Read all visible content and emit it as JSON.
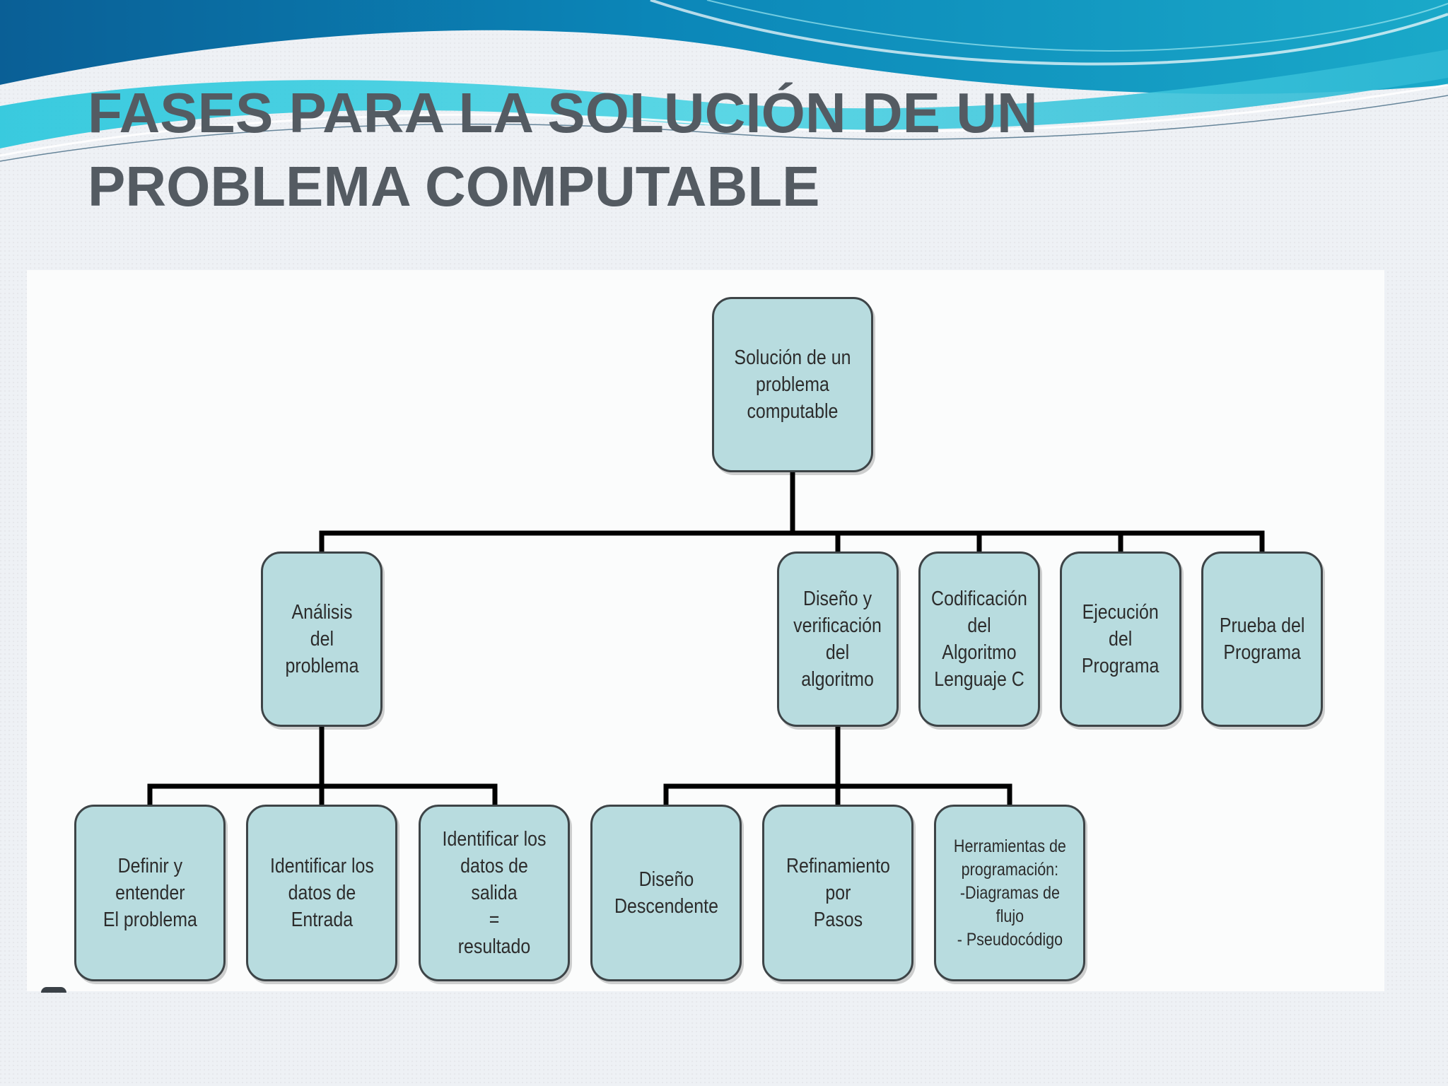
{
  "title": {
    "line1": "FASES PARA LA SOLUCIÓN DE UN",
    "line2": "PROBLEMA COMPUTABLE"
  },
  "colors": {
    "node_fill": "#b8dcdf",
    "node_border": "#3d4447",
    "connector": "#000000",
    "title_text": "#545b62",
    "wave_dark": "#0a6fa6",
    "wave_light": "#27c3d8"
  },
  "diagram": {
    "root": {
      "label": "Solución de un\nproblema\ncomputable"
    },
    "phases": [
      {
        "label": "Análisis\ndel\nproblema"
      },
      {
        "label": "Diseño y\nverificación\ndel\nalgoritmo"
      },
      {
        "label": "Codificación\ndel\nAlgoritmo\nLenguaje C"
      },
      {
        "label": "Ejecución\ndel\nPrograma"
      },
      {
        "label": "Prueba del\nPrograma"
      }
    ],
    "analysis_children": [
      {
        "label": "Definir y\nentender\nEl problema"
      },
      {
        "label": "Identificar los\ndatos de\nEntrada"
      },
      {
        "label": "Identificar los\ndatos de salida\n=\nresultado"
      }
    ],
    "design_children": [
      {
        "label": "Diseño\nDescendente"
      },
      {
        "label": "Refinamiento\npor\nPasos"
      },
      {
        "label": "Herramientas de\nprogramación:\n-Diagramas de\nflujo\n- Pseudocódigo"
      }
    ]
  }
}
